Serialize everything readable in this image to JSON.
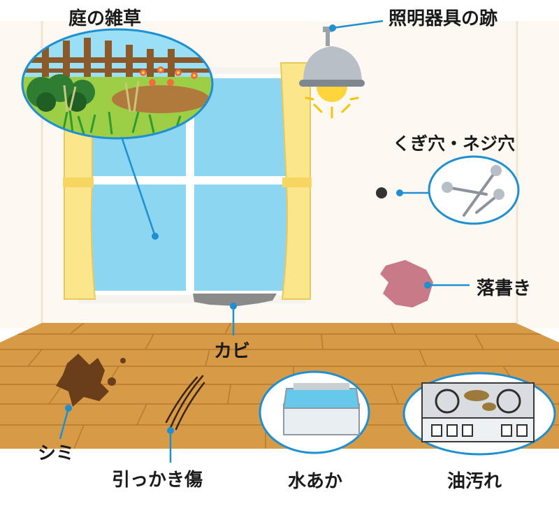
{
  "labels": {
    "weeds": "庭の雑草",
    "light_mark": "照明器具の跡",
    "nail_holes": "くぎ穴・ネジ穴",
    "graffiti": "落書き",
    "mold": "カビ",
    "stain": "シミ",
    "scratch": "引っかき傷",
    "water_scale": "水あか",
    "oil_stain": "油汚れ"
  },
  "colors": {
    "leader": "#1e8fd0",
    "wall": "#fdf8f1",
    "floor": "#d79a47",
    "glass": "#8dd6f2",
    "curtain": "#fbe68c",
    "text": "#1a1a1a"
  }
}
